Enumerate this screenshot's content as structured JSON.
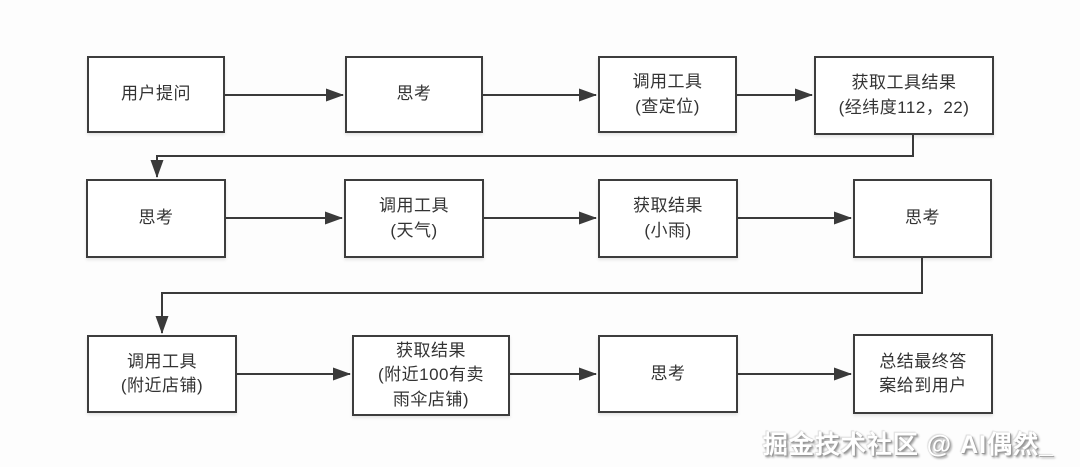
{
  "diagram": {
    "type": "flowchart",
    "nodes": [
      {
        "id": "user-question",
        "label": "用户提问"
      },
      {
        "id": "think-1",
        "label": "思考"
      },
      {
        "id": "call-tool-location",
        "label": "调用工具\n(查定位)"
      },
      {
        "id": "get-tool-result-coords",
        "label": "获取工具结果\n(经纬度112，22)"
      },
      {
        "id": "think-2",
        "label": "思考"
      },
      {
        "id": "call-tool-weather",
        "label": "调用工具\n(天气)"
      },
      {
        "id": "get-result-rain",
        "label": "获取结果\n(小雨)"
      },
      {
        "id": "think-3",
        "label": "思考"
      },
      {
        "id": "call-tool-nearby-shops",
        "label": "调用工具\n(附近店铺)"
      },
      {
        "id": "get-result-shops",
        "label": "获取结果\n(附近100有卖\n雨伞店铺)"
      },
      {
        "id": "think-4",
        "label": "思考"
      },
      {
        "id": "final-answer",
        "label": "总结最终答\n案给到用户"
      }
    ],
    "edges": [
      {
        "from": "user-question",
        "to": "think-1"
      },
      {
        "from": "think-1",
        "to": "call-tool-location"
      },
      {
        "from": "call-tool-location",
        "to": "get-tool-result-coords"
      },
      {
        "from": "get-tool-result-coords",
        "to": "think-2"
      },
      {
        "from": "think-2",
        "to": "call-tool-weather"
      },
      {
        "from": "call-tool-weather",
        "to": "get-result-rain"
      },
      {
        "from": "get-result-rain",
        "to": "think-3"
      },
      {
        "from": "think-3",
        "to": "call-tool-nearby-shops"
      },
      {
        "from": "call-tool-nearby-shops",
        "to": "get-result-shops"
      },
      {
        "from": "get-result-shops",
        "to": "think-4"
      },
      {
        "from": "think-4",
        "to": "final-answer"
      }
    ]
  },
  "watermark": {
    "text": "掘金技术社区 @ AI偶然_"
  },
  "colors": {
    "background": "#fdfdfd",
    "box_fill": "#ffffff",
    "box_border": "#3d3d3d",
    "text": "#333333",
    "arrow": "#3a3a3a",
    "watermark_fill": "#ffffff",
    "watermark_shadow": "#949494"
  }
}
